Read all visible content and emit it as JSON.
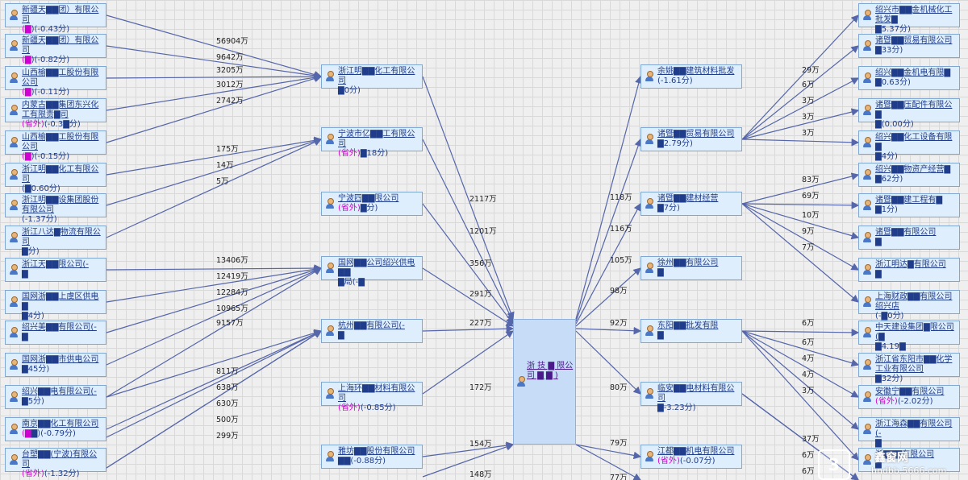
{
  "center": {
    "name": "浙 技 ▇ 限公司 ▇ ▇ )"
  },
  "left_column": [
    {
      "name": "新疆天▇▇团）有限公司",
      "tag": "(▇",
      "score": ")(-0.43分)"
    },
    {
      "name": "新疆天▇▇团）有限公司",
      "tag": "(▇",
      "score": ")(-0.82分)"
    },
    {
      "name": "山西榆▇▇工股份有限公司",
      "tag": "(▇",
      "score": ")(-0.11分)"
    },
    {
      "name": "内蒙古▇▇集团东兴化工有限责▇司",
      "tag": "(省外)",
      "score": "(-0.3▇分)"
    },
    {
      "name": "山西榆▇▇工股份有限公司",
      "tag": "(▇",
      "score": ")(-0.15分)"
    },
    {
      "name": "浙江明▇▇化工有限公司",
      "tag": "",
      "score": "(▇0.60分)"
    },
    {
      "name": "浙江明▇▇设集团股份有限公司",
      "tag": "",
      "score": "(-1.37分)"
    },
    {
      "name": "浙江八达▇物流有限公司",
      "tag": "",
      "score": "▇分)"
    },
    {
      "name": "浙江天▇▇限公司(-",
      "tag": "",
      "score": "▇"
    },
    {
      "name": "国网浙▇▇上虞区供电▇",
      "tag": "",
      "score": "▇4分)"
    },
    {
      "name": "绍兴美▇▇有限公司(-",
      "tag": "",
      "score": "▇"
    },
    {
      "name": "国网浙▇▇市供电公司",
      "tag": "",
      "score": "▇45分)"
    },
    {
      "name": "绍兴▇▇电有限公司(-",
      "tag": "",
      "score": "▇5分)"
    },
    {
      "name": "南京▇▇化工有限公司",
      "tag": "(▇",
      "score": "▇)(-0.79分)"
    },
    {
      "name": "台塑▇▇(宁波)有限公司",
      "tag": "(省外)",
      "score": "(-1.32分)"
    }
  ],
  "left_amounts": [
    "56904万",
    "9642万",
    "3205万",
    "3012万",
    "2742万",
    "175万",
    "14万",
    "5万",
    "13406万",
    "12419万",
    "12284万",
    "10965万",
    "9157万",
    "811万",
    "638万",
    "630万",
    "500万",
    "299万"
  ],
  "mid_left_column": [
    {
      "name": "浙江明▇▇化工有限公司",
      "tag": "",
      "score": "▇0分)"
    },
    {
      "name": "宁波市亿▇▇工有限公司",
      "tag": "(省外)",
      "score": "▇18分)"
    },
    {
      "name": "宁波四▇▇限公司",
      "tag": "(省外)",
      "score": "▇分)"
    },
    {
      "name": "国网▇▇公司绍兴供电▇▇",
      "tag": "",
      "score": "▇局(-▇"
    },
    {
      "name": "杭州▇▇有限公司(-",
      "tag": "",
      "score": "▇"
    },
    {
      "name": "上海环▇▇材料有限公司",
      "tag": "(省外)",
      "score": "(-0.85分)"
    },
    {
      "name": "雅坊▇▇股份有限公司",
      "tag": "",
      "score": "▇▇(-0.88分)"
    }
  ],
  "center_in_amounts": [
    "2117万",
    "1201万",
    "356万",
    "291万",
    "227万",
    "172万",
    "154万",
    "148万"
  ],
  "mid_right_column": [
    {
      "name": "余姚▇▇建筑材料批发",
      "tag": "",
      "score": "(-1.61分)"
    },
    {
      "name": "诸暨▇▇贸易有限公司",
      "tag": "",
      "score": "▇2.79分)"
    },
    {
      "name": "诸暨▇▇建材经营",
      "tag": "",
      "score": "▇7分)"
    },
    {
      "name": "徐州▇▇有限公司",
      "tag": "",
      "score": "▇"
    },
    {
      "name": "东阳▇▇批发有限",
      "tag": "",
      "score": "▇"
    },
    {
      "name": "临安▇▇电材料有限公司",
      "tag": "",
      "score": "▇-3.23分)"
    },
    {
      "name": "江都▇▇机电有限公司",
      "tag": "(省外)",
      "score": "(-0.07分)"
    }
  ],
  "center_out_amounts": [
    "118万",
    "116万",
    "105万",
    "98万",
    "92万",
    "80万",
    "79万",
    "77万"
  ],
  "right_column": [
    {
      "name": "绍兴市▇▇金机械化工批发▇",
      "tag": "",
      "score": "▇5.37分)"
    },
    {
      "name": "诸暨▇▇贸易有限公司",
      "tag": "",
      "score": "▇33分)"
    },
    {
      "name": "绍兴▇▇金机电有限▇",
      "tag": "",
      "score": "▇0.63分)"
    },
    {
      "name": "诸暨▇▇压配件有限公▇",
      "tag": "",
      "score": "▇(0.00分)"
    },
    {
      "name": "绍兴▇▇化工设备有限▇",
      "tag": "",
      "score": "▇4分)"
    },
    {
      "name": "绍兴▇▇物资产经营▇",
      "tag": "",
      "score": "▇62分)"
    },
    {
      "name": "诸暨▇▇建工程有▇",
      "tag": "",
      "score": "▇1分)"
    },
    {
      "name": "诸暨▇▇有限公司",
      "tag": "",
      "score": "▇"
    },
    {
      "name": "浙江明达▇有限公司",
      "tag": "",
      "score": "▇"
    },
    {
      "name": "上海财政▇▇有限公司绍兴店",
      "tag": "",
      "score": "(-▇0分)"
    },
    {
      "name": "中天建设集团▇限公司(▇",
      "tag": "",
      "score": "▇4.19▇"
    },
    {
      "name": "浙江省东阳市▇▇化学工业有限公司",
      "tag": "",
      "score": "▇32分)"
    },
    {
      "name": "安徽宁▇▇有限公司",
      "tag": "(省外)",
      "score": "(-2.02分)"
    },
    {
      "name": "浙江海森▇▇有限公司(-",
      "tag": "",
      "score": "▇"
    },
    {
      "name": "浙▇▇▇有限公司",
      "tag": "",
      "score": "▇"
    }
  ],
  "right_amounts": [
    "29万",
    "6万",
    "3万",
    "3万",
    "3万",
    "83万",
    "69万",
    "10万",
    "9万",
    "7万",
    "6万",
    "6万",
    "4万",
    "4万",
    "3万",
    "37万",
    "6万",
    "6万"
  ],
  "watermark": {
    "logo": "3",
    "site": "鑫窗网",
    "url": "hndbb.5666.com"
  },
  "colors": {
    "edge": "#5566aa",
    "node_bg": "#dfeefc",
    "node_border": "#7fa7d3",
    "tag": "#d000d0"
  }
}
